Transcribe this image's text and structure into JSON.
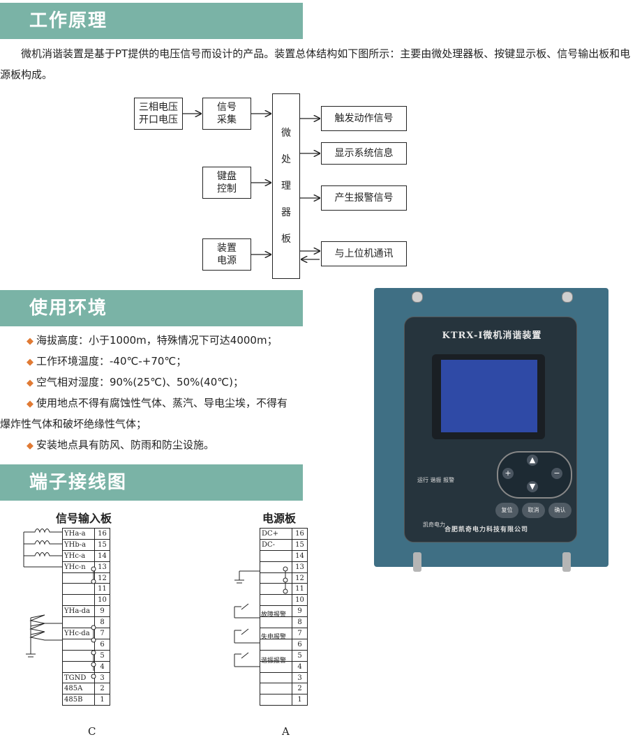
{
  "sections": {
    "principle": "工作原理",
    "environment": "使用环境",
    "wiring": "端子接线图"
  },
  "intro": "微机消谐装置是基于PT提供的电压信号而设计的产品。装置总体结构如下图所示：主要由微处理器板、按键显示板、信号输出板和电源板构成。",
  "diagram": {
    "inputs": [
      {
        "line1": "三相电压",
        "line2": "开口电压"
      },
      {
        "line1": "信号",
        "line2": "采集"
      },
      {
        "line1": "键盘",
        "line2": "控制"
      },
      {
        "line1": "装置",
        "line2": "电源"
      }
    ],
    "processor": [
      "微",
      "处",
      "理",
      "器",
      "板"
    ],
    "outputs": [
      "触发动作信号",
      "显示系统信息",
      "产生报警信号",
      "与上位机通讯"
    ]
  },
  "environment": {
    "items": [
      "海拔高度：小于1000m，特殊情况下可达4000m；",
      "工作环境温度：-40℃-+70℃；",
      "空气相对湿度：90%(25℃)、50%(40℃)；",
      "使用地点不得有腐蚀性气体、蒸汽、导电尘埃，不得有",
      "安装地点具有防风、防雨和防尘设施。"
    ],
    "continuation": "爆炸性气体和破坏绝缘性气体；"
  },
  "terminals": {
    "signal_board": {
      "title": "信号输入板",
      "caption": "C",
      "rows": [
        {
          "label": "YHa-a",
          "num": "16"
        },
        {
          "label": "YHb-a",
          "num": "15"
        },
        {
          "label": "YHc-a",
          "num": "14"
        },
        {
          "label": "YHc-n",
          "num": "13"
        },
        {
          "label": "",
          "num": "12"
        },
        {
          "label": "",
          "num": "11"
        },
        {
          "label": "",
          "num": "10"
        },
        {
          "label": "YHa-da",
          "num": "9"
        },
        {
          "label": "",
          "num": "8"
        },
        {
          "label": "YHc-da",
          "num": "7"
        },
        {
          "label": "",
          "num": "6"
        },
        {
          "label": "",
          "num": "5"
        },
        {
          "label": "",
          "num": "4"
        },
        {
          "label": "TGND",
          "num": "3"
        },
        {
          "label": "485A",
          "num": "2"
        },
        {
          "label": "485B",
          "num": "1"
        }
      ]
    },
    "power_board": {
      "title": "电源板",
      "caption": "A",
      "rows": [
        {
          "label": "DC+",
          "num": "16"
        },
        {
          "label": "DC-",
          "num": "15"
        },
        {
          "label": "",
          "num": "14"
        },
        {
          "label": "",
          "num": "13"
        },
        {
          "label": "",
          "num": "12"
        },
        {
          "label": "",
          "num": "11"
        },
        {
          "label": "",
          "num": "10"
        },
        {
          "label": "",
          "num": "9"
        },
        {
          "label": "",
          "num": "8"
        },
        {
          "label": "",
          "num": "7"
        },
        {
          "label": "",
          "num": "6"
        },
        {
          "label": "",
          "num": "5"
        },
        {
          "label": "",
          "num": "4"
        },
        {
          "label": "",
          "num": "3"
        },
        {
          "label": "",
          "num": "2"
        },
        {
          "label": "",
          "num": "1"
        }
      ],
      "alarms": [
        "故障报警",
        "失电报警",
        "谐振报警"
      ]
    }
  },
  "device": {
    "title": "KTRX-I微机消谐装置",
    "leds": "运行  谐振  报警",
    "buttons": [
      "复位",
      "取消",
      "确认"
    ],
    "company": "合肥凯奇电力科技有限公司",
    "brand": "凯奇电力"
  },
  "colors": {
    "header_bg": "#7ab3a6",
    "bullet": "#e07a34",
    "device": "#3f6f84"
  }
}
